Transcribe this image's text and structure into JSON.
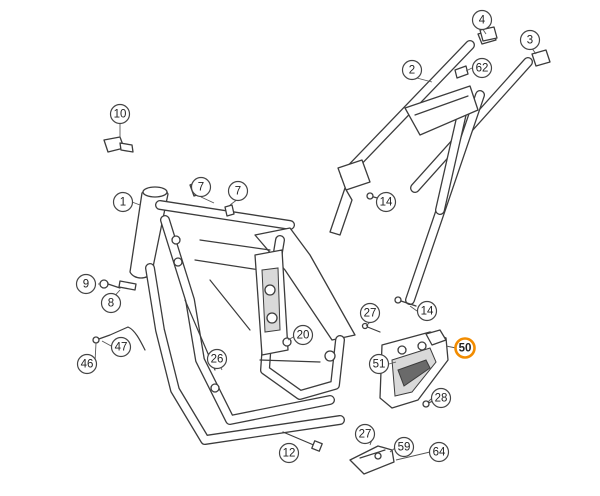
{
  "callouts": [
    {
      "label": "4",
      "highlight": false
    },
    {
      "label": "3",
      "highlight": false
    },
    {
      "label": "2",
      "highlight": false
    },
    {
      "label": "62",
      "highlight": false
    },
    {
      "label": "10",
      "highlight": false
    },
    {
      "label": "7",
      "highlight": false
    },
    {
      "label": "7",
      "highlight": false
    },
    {
      "label": "1",
      "highlight": false
    },
    {
      "label": "14",
      "highlight": false
    },
    {
      "label": "9",
      "highlight": false
    },
    {
      "label": "8",
      "highlight": false
    },
    {
      "label": "27",
      "highlight": false
    },
    {
      "label": "14",
      "highlight": false
    },
    {
      "label": "50",
      "highlight": true
    },
    {
      "label": "20",
      "highlight": false
    },
    {
      "label": "47",
      "highlight": false
    },
    {
      "label": "46",
      "highlight": false
    },
    {
      "label": "51",
      "highlight": false
    },
    {
      "label": "26",
      "highlight": false
    },
    {
      "label": "28",
      "highlight": false
    },
    {
      "label": "27",
      "highlight": false
    },
    {
      "label": "59",
      "highlight": false
    },
    {
      "label": "64",
      "highlight": false
    },
    {
      "label": "12",
      "highlight": false
    }
  ],
  "colors": {
    "highlight": "#f28c00",
    "line": "#3c3c3c"
  }
}
